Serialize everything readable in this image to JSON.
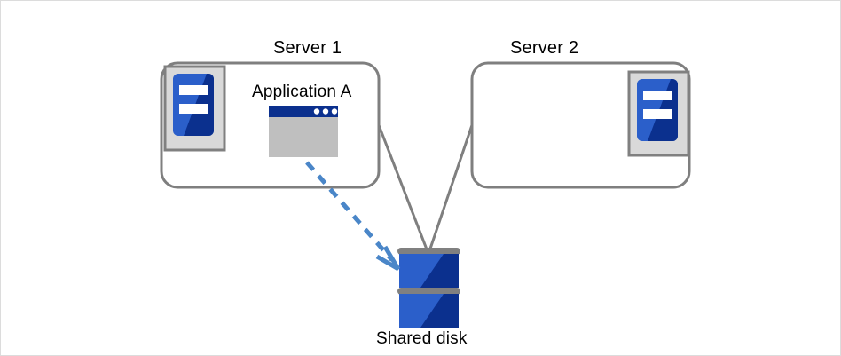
{
  "diagram": {
    "title_hidden": "",
    "servers": [
      {
        "id": "server-1",
        "label": "Server 1",
        "icon_name": "server-icon",
        "icon_side": "left",
        "app": {
          "label": "Application A",
          "icon_name": "application-window-icon",
          "dots": 3
        }
      },
      {
        "id": "server-2",
        "label": "Server 2",
        "icon_name": "server-icon",
        "icon_side": "right",
        "app": null
      }
    ],
    "storage": {
      "id": "shared-disk",
      "label": "Shared disk",
      "icon_name": "database-disk-icon",
      "platters": 2
    },
    "connections": [
      {
        "id": "server1-to-disk",
        "from": "server-1",
        "to": "shared-disk",
        "style": "solid",
        "color": "#808080"
      },
      {
        "id": "server2-to-disk",
        "from": "server-2",
        "to": "shared-disk",
        "style": "solid",
        "color": "#808080"
      },
      {
        "id": "application-to-disk-access",
        "from": "application-a",
        "to": "shared-disk",
        "style": "dashed-arrow",
        "color": "#4a86c8"
      }
    ],
    "colors": {
      "box_border": "#7f7f7f",
      "icon_frame_bg": "#d9d9d9",
      "icon_frame_border": "#808080",
      "server_blue_light": "#2b5fca",
      "server_blue_dark": "#0b308e",
      "app_titlebar": "#0b308e",
      "app_body": "#bfbfbf",
      "disk_band": "#808080",
      "arrow_blue": "#4a86c8",
      "page_border": "#dcdcdc"
    }
  }
}
